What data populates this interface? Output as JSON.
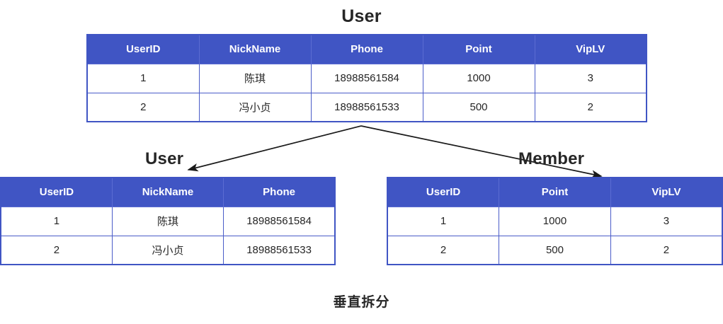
{
  "diagram": {
    "caption": "垂直拆分",
    "arrow_color": "#1a1a1a",
    "header_color": "#4055c4",
    "border_color": "#4a5cc8",
    "text_color": "#262626"
  },
  "source_table": {
    "title": "User",
    "columns": [
      "UserID",
      "NickName",
      "Phone",
      "Point",
      "VipLV"
    ],
    "rows": [
      [
        "1",
        "陈琪",
        "18988561584",
        "1000",
        "3"
      ],
      [
        "2",
        "冯小贞",
        "18988561533",
        "500",
        "2"
      ]
    ]
  },
  "split_tables": [
    {
      "title": "User",
      "columns": [
        "UserID",
        "NickName",
        "Phone"
      ],
      "rows": [
        [
          "1",
          "陈琪",
          "18988561584"
        ],
        [
          "2",
          "冯小贞",
          "18988561533"
        ]
      ]
    },
    {
      "title": "Member",
      "columns": [
        "UserID",
        "Point",
        "VipLV"
      ],
      "rows": [
        [
          "1",
          "1000",
          "3"
        ],
        [
          "2",
          "500",
          "2"
        ]
      ]
    }
  ]
}
